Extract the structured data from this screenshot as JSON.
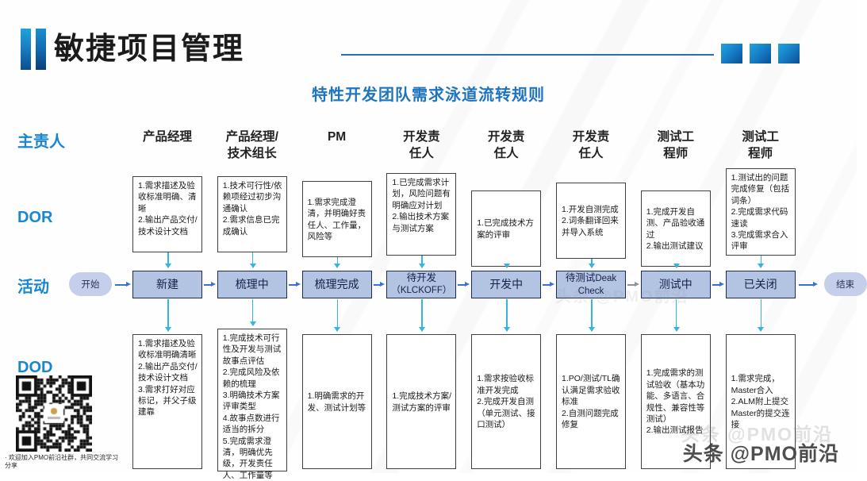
{
  "header": {
    "title": "敏捷项目管理",
    "subtitle": "特性开发团队需求泳道流转规则"
  },
  "row_labels": {
    "owner": "主责人",
    "dor": "DOR",
    "activity": "活动",
    "dod": "DOD"
  },
  "columns": [
    {
      "owner": "产品经理",
      "dor": "1.需求描述及验收标准明确、清晰\n2.输出产品交付/技术设计文档",
      "activity": "新建",
      "activity_sub": "",
      "dod": "1.需求描述及验收标准明确清晰\n2.输出产品交付/技术设计文档\n3.需求打好对应标记，并父子级建靠"
    },
    {
      "owner": "产品经理/\n技术组长",
      "dor": "1.技术可行性/依赖项经过初步沟通确认\n2.需求信息已完成确认",
      "activity": "梳理中",
      "activity_sub": "",
      "dod": "1.完成技术可行性及开发与测试故事点评估\n2.完成风险及依赖的梳理\n3.明确技术方案评审类型\n4.故事点数进行适当的拆分\n5.完成需求澄清，明确优先级，开发责任人、工作量等"
    },
    {
      "owner": "PM",
      "dor": "1.需求完成澄清，并明确好责任人、工作量，风险等",
      "activity": "梳理完成",
      "activity_sub": "",
      "dod": "1.明确需求的开发、测试计划等"
    },
    {
      "owner": "开发责\n任人",
      "dor": "1.已完成需求计划，风险问题有明确应对计划\n2.输出技术方案与测试方案",
      "activity": "待开发",
      "activity_sub": "（KLCKOFF）",
      "dod": "1.完成技术方案/测试方案的评审"
    },
    {
      "owner": "开发责\n任人",
      "dor": "1.已完成技术方案的评审",
      "activity": "开发中",
      "activity_sub": "",
      "dod": "1.需求按验收标准开发完成\n2.完成开发自测（单元测试、接口测试）"
    },
    {
      "owner": "开发责\n任人",
      "dor": "1.开发自测完成\n2.词条翻译回来并导入系统",
      "activity": "待测试",
      "activity_sub": "Deak Check",
      "dod": "1.PO/测试/TL确认满足需求验收标准\n2.自测问题完成修复"
    },
    {
      "owner": "测试工\n程师",
      "dor": "1.完成开发自测、产品验收通过\n2.输出测试建议",
      "activity": "测试中",
      "activity_sub": "",
      "dod": "1.完成需求的测试验收（基本功能、多语言、合规性、兼容性等测试）\n2.输出测试报告"
    },
    {
      "owner": "测试工\n程师",
      "dor": "1.测试出的问题完成修复（包括词条）\n2.完成需求代码速读\n3.完成需求合入评审",
      "activity": "已关闭",
      "activity_sub": "",
      "dod": "1.需求完成，Master合入\n2.ALM附上提交Master的提交连接"
    }
  ],
  "flow": {
    "start": "开始",
    "end": "结束"
  },
  "qr": {
    "caption": "·      欢迎加入PMO前沿社群，共同交流学习分享"
  },
  "watermark": {
    "main": "头条 @PMO前沿",
    "ghost": "头条 @PMO前沿"
  },
  "colors": {
    "accent_blue": "#1a86d0",
    "title_blue": "#1f74c0",
    "activity_fill": "#b3c3e2",
    "activity_border": "#1b2b5e",
    "connector": "#34b5dd",
    "arrow": "#3b6fd4"
  }
}
